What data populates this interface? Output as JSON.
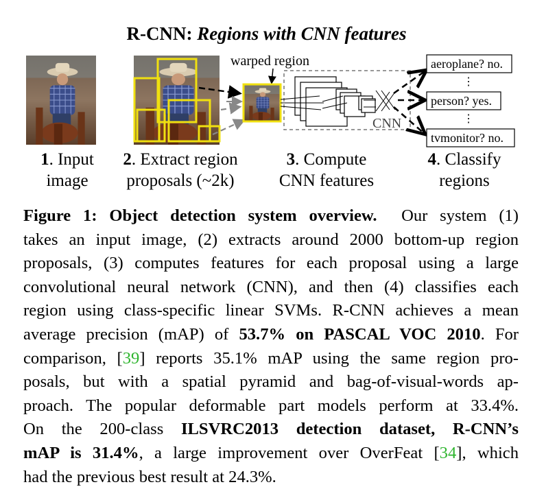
{
  "figure": {
    "title_bold": "R-CNN:",
    "title_italic": "Regions with CNN features",
    "warped_label": "warped region",
    "cnn_label": "CNN",
    "classes": [
      "aeroplane? no.",
      "person? yes.",
      "tvmonitor? no."
    ],
    "ellipsis": "⋮",
    "stages": [
      {
        "num": "1",
        "line1": ". Input",
        "line2": "image"
      },
      {
        "num": "2",
        "line1": ". Extract region",
        "line2": "proposals (~2k)"
      },
      {
        "num": "3",
        "line1": ". Compute",
        "line2": "CNN features"
      },
      {
        "num": "4",
        "line1": ". Classify",
        "line2": "regions"
      }
    ]
  },
  "caption": {
    "l1_bold": "Figure 1:  Object detection system overview.",
    "l1_rest": "  Our system (1)",
    "l2": "takes an input image, (2) extracts around 2000 bottom-up region",
    "l3": "proposals, (3) computes features for each proposal using a large",
    "l4": "convolutional neural network (CNN), and then (4) classifies each",
    "l5": "region using class-specific linear SVMs. R-CNN achieves a mean",
    "l6_a": "average precision (mAP) of ",
    "l6_bold": "53.7% on PASCAL VOC 2010",
    "l6_b": ". For",
    "l7_a": "comparison, [",
    "l7_cite": "39",
    "l7_b": "] reports 35.1% mAP using the same region pro-",
    "l8": "posals, but with a spatial pyramid and bag-of-visual-words ap-",
    "l9": "proach.  The popular deformable part models perform at 33.4%.",
    "l10_a": "On the 200-class ",
    "l10_bold": "ILSVRC2013 detection dataset, R-CNN’s",
    "l11_bold": "mAP is 31.4%",
    "l11_a": ", a large improvement over OverFeat [",
    "l11_cite": "34",
    "l11_b": "], which",
    "l12": "had the previous best result at 24.3%."
  }
}
